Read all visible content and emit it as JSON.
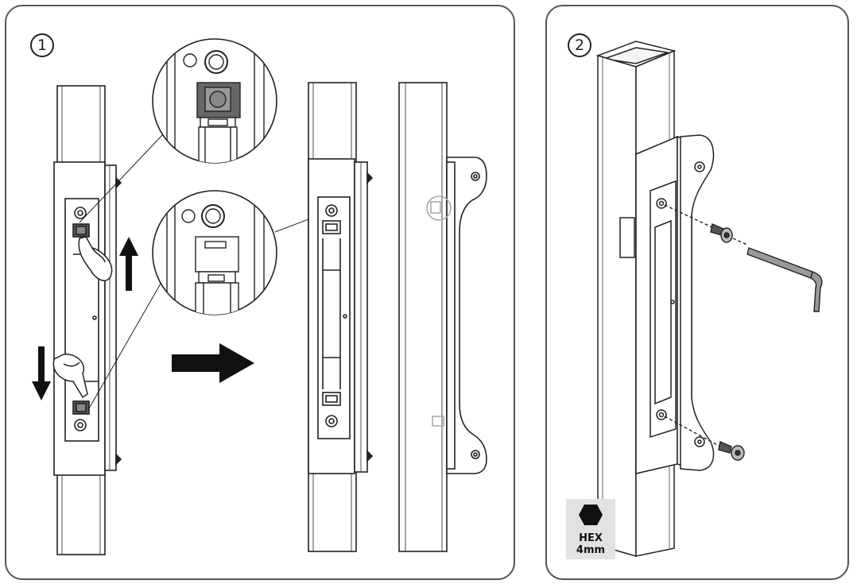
{
  "steps": {
    "one": {
      "label": "1"
    },
    "two": {
      "label": "2"
    }
  },
  "tool": {
    "type": "HEX",
    "size": "4mm"
  },
  "colors": {
    "panel_border": "#555555",
    "stroke": "#222222",
    "arrow": "#111111",
    "tool_bg": "#e2e2e2"
  }
}
